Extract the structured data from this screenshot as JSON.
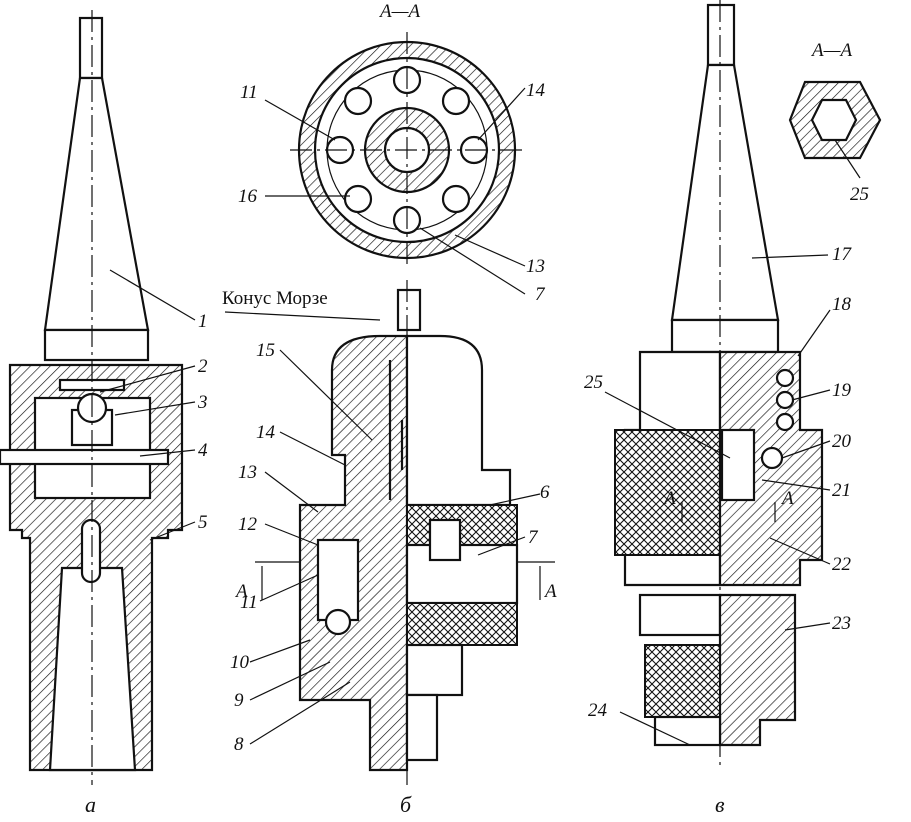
{
  "figure": {
    "section_mark": "А—А",
    "morse_label": "Конус Морзе",
    "views": [
      {
        "caption": "а",
        "labels": [
          "1",
          "2",
          "3",
          "4",
          "5"
        ]
      },
      {
        "caption": "б",
        "labels": [
          "6",
          "7",
          "8",
          "9",
          "10",
          "11",
          "12",
          "13",
          "14",
          "15",
          "16"
        ],
        "cut_marks": [
          "А",
          "А"
        ]
      },
      {
        "caption": "в",
        "labels": [
          "17",
          "18",
          "19",
          "20",
          "21",
          "22",
          "23",
          "24",
          "25"
        ],
        "cut_marks": [
          "А",
          "А"
        ],
        "inset_label": "25"
      }
    ]
  }
}
